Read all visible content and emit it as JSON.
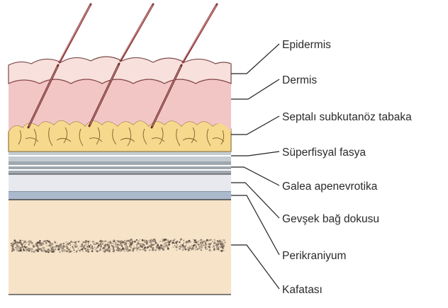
{
  "labels": {
    "epidermis": "Epidermis",
    "dermis": "Dermis",
    "septal": "Septalı subkutanöz tabaka",
    "superficial_fascia": "Süperfisyal fasya",
    "galea": "Galea apenevrotika",
    "loose_tissue": "Gevşek bağ dokusu",
    "pericranium": "Perikraniyum",
    "skull": "Kafatası"
  },
  "colors": {
    "epidermis": "#f8e0dc",
    "dermis": "#f3c6c6",
    "fat": "#f7d98e",
    "fascia": "#c4ccd2",
    "galea": "#9fa8b0",
    "loose": "#e8e8ef",
    "pericranium": "#aab9cc",
    "bone": "#f6e3c8",
    "hair": "#8a3a3a"
  }
}
